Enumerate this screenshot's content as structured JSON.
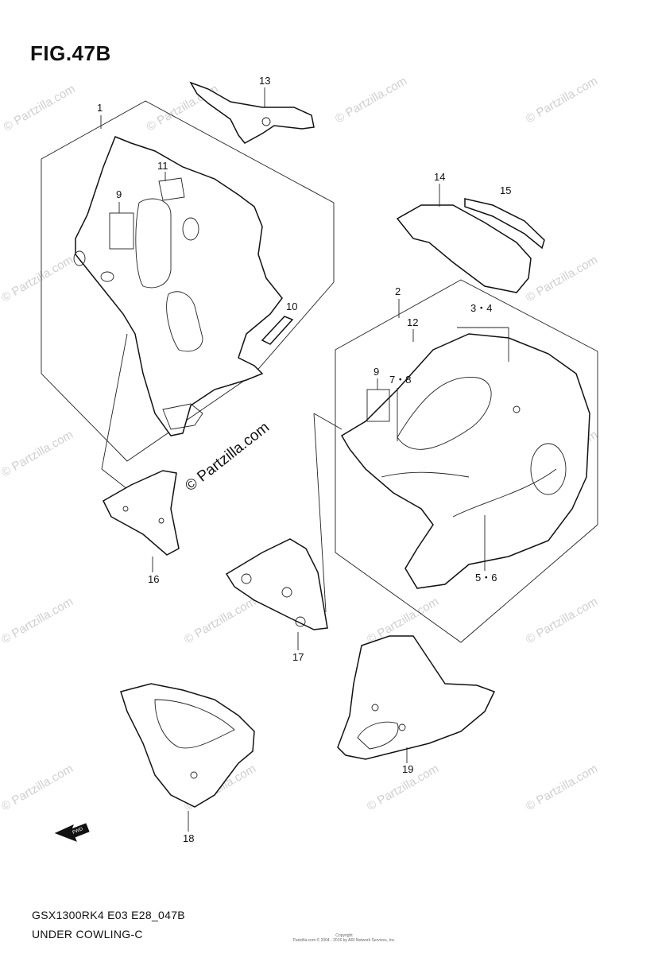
{
  "figure": {
    "title": "FIG.47B",
    "code": "GSX1300RK4 E03 E28_047B",
    "name": "UNDER COWLING-C",
    "copyright_line1": "Copyright",
    "copyright_line2": "Partzilla.com © 2004 - 2016 by ARI Network Services, Inc."
  },
  "watermark": {
    "text": "© Partzilla.com",
    "main_text": "© Partzilla.com"
  },
  "callouts": {
    "c1": "1",
    "c2": "2",
    "c3_4": "3・4",
    "c5_6": "5・6",
    "c7_8": "7・8",
    "c9a": "9",
    "c9b": "9",
    "c10": "10",
    "c11": "11",
    "c12": "12",
    "c13": "13",
    "c14": "14",
    "c15": "15",
    "c16": "16",
    "c17": "17",
    "c18": "18",
    "c19": "19"
  },
  "icons": {
    "fwd_arrow": "fwd-arrow-icon",
    "fwd_label": "FWD"
  }
}
